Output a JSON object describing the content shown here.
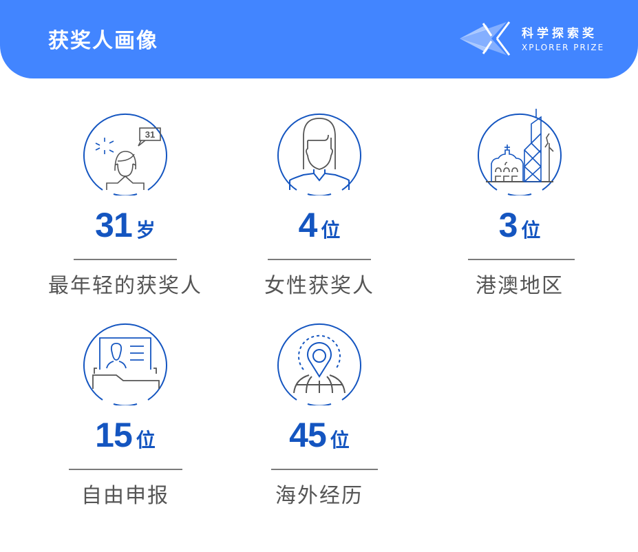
{
  "header": {
    "title": "获奖人画像",
    "logo_cn": "科学探索奖",
    "logo_en": "XPLORER PRIZE",
    "background_color": "#4285ff"
  },
  "accent_color": "#1455c0",
  "items": [
    {
      "icon": "youngest-person-icon",
      "value": "31",
      "unit": "岁",
      "label": "最年轻的获奖人",
      "badge": "31"
    },
    {
      "icon": "female-person-icon",
      "value": "4",
      "unit": "位",
      "label": "女性获奖人"
    },
    {
      "icon": "hk-macau-skyline-icon",
      "value": "3",
      "unit": "位",
      "label": "港澳地区"
    },
    {
      "icon": "self-application-folder-icon",
      "value": "15",
      "unit": "位",
      "label": "自由申报"
    },
    {
      "icon": "overseas-globe-pin-icon",
      "value": "45",
      "unit": "位",
      "label": "海外经历"
    }
  ]
}
